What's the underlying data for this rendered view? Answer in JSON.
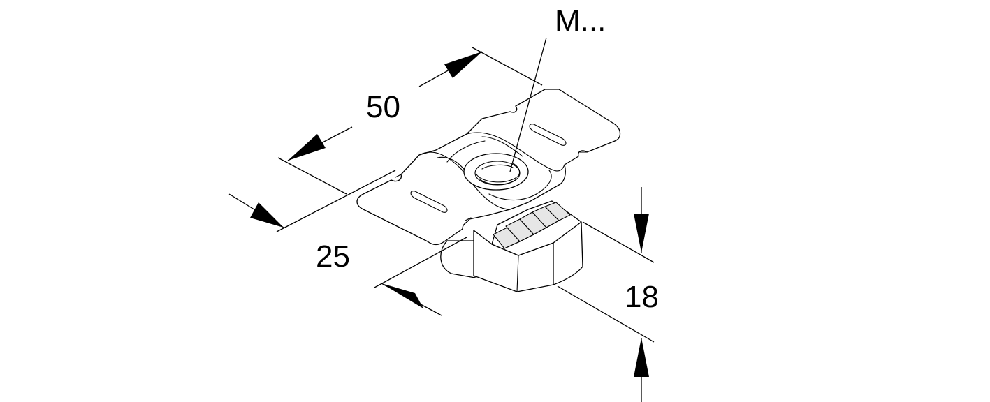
{
  "dimensions": {
    "length_label": "50",
    "width_label": "25",
    "height_label": "18",
    "thread_label": "M..."
  },
  "colors": {
    "line": "#000000",
    "background": "#ffffff",
    "shade": "#e6e6e6"
  }
}
